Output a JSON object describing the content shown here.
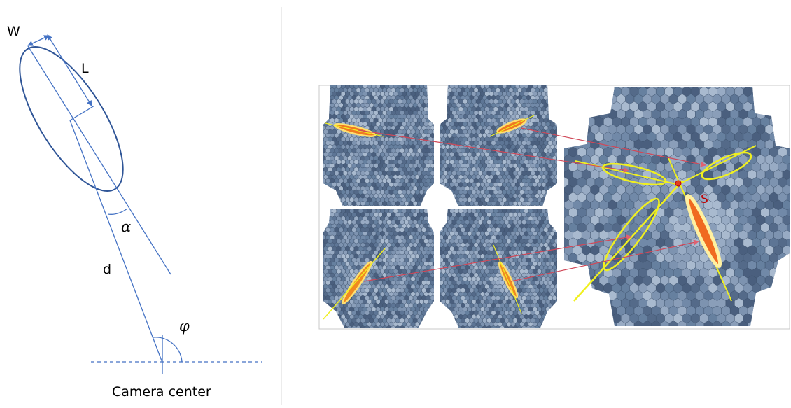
{
  "hillas_diagram": {
    "width_label": "W",
    "length_label": "L",
    "alpha_label": "α",
    "distance_label": "d",
    "phi_label": "φ",
    "camera_center_label": "Camera center",
    "line_color": "#4472c4",
    "ellipse_color": "#2f5597"
  },
  "stereo_panel": {
    "source_label": "S",
    "source_color": "#c00000",
    "ellipse_color": "#f0f020",
    "arrow_color": "#d04050",
    "pixel_color": "#5b7291",
    "hot_pixel_color": "#f07020"
  }
}
